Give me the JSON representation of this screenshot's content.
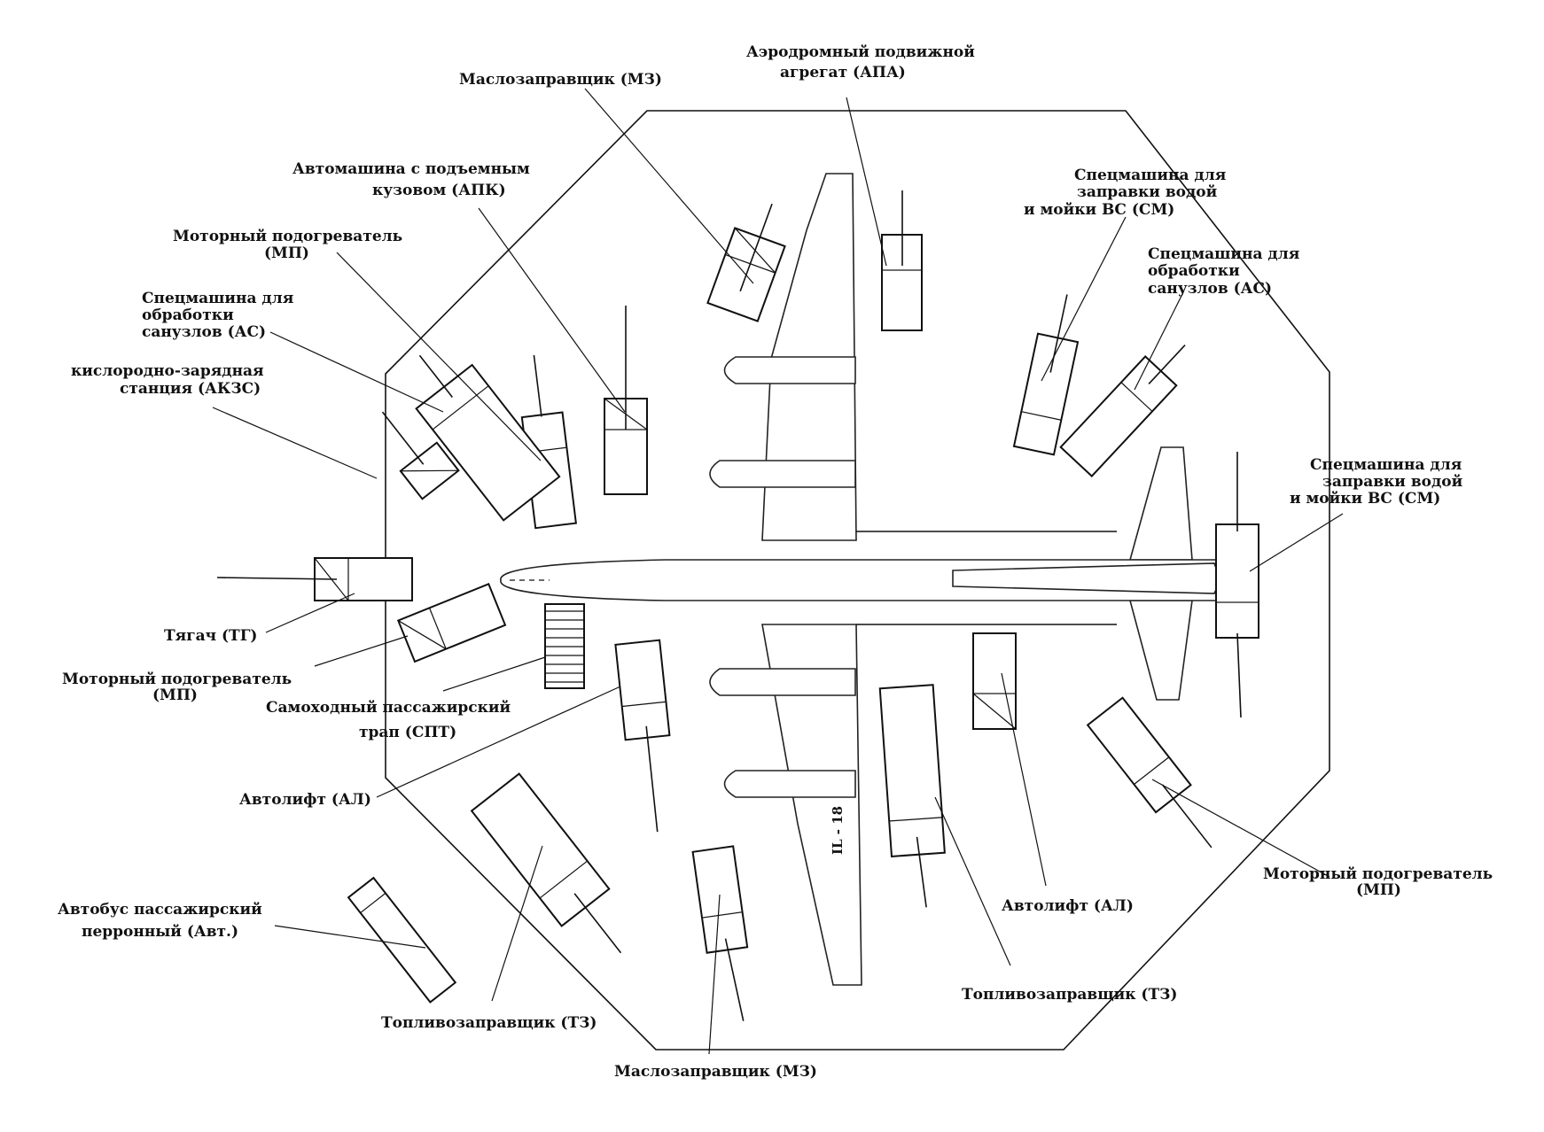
{
  "aircraft": {
    "label": "IL - 18"
  },
  "labels": {
    "mz_top": "Маслозаправщик (МЗ)",
    "apa_1": "Аэродромный подвижной",
    "apa_2": "агрегат (АПА)",
    "apk_1": "Автомашина с подъемным",
    "apk_2": "кузовом (АПК)",
    "mp_left_1": "Моторный подогреватель",
    "mp_left_2": "(МП)",
    "as_left_1": "Спецмашина для",
    "as_left_2": "обработки",
    "as_left_3": "санузлов (АС)",
    "akzs_1": "кислородно-зарядная",
    "akzs_2": "станция (АКЗС)",
    "sm_top_1": "Спецмашина для",
    "sm_top_2": "заправки водой",
    "sm_top_3": "и мойки ВС (СМ)",
    "as_right_1": "Спецмашина для",
    "as_right_2": "обработки",
    "as_right_3": "санузлов (АС)",
    "sm_right_1": "Спецмашина для",
    "sm_right_2": "заправки водой",
    "sm_right_3": "и мойки ВС (СМ)",
    "tug": "Тягач (ТГ)",
    "mp_bl_1": "Моторный подогреватель",
    "mp_bl_2": "(МП)",
    "spt_1": "Самоходный пассажирский",
    "spt_2": "трап (СПТ)",
    "al_left": "Автолифт (АЛ)",
    "bus_1": "Автобус пассажирский",
    "bus_2": "перронный (Авт.)",
    "tz_left": "Топливозаправщик (ТЗ)",
    "mz_bottom": "Маслозаправщик (МЗ)",
    "al_right": "Автолифт (АЛ)",
    "tz_right": "Топливозаправщик (ТЗ)",
    "mp_br_1": "Моторный подогреватель",
    "mp_br_2": "(МП)"
  }
}
